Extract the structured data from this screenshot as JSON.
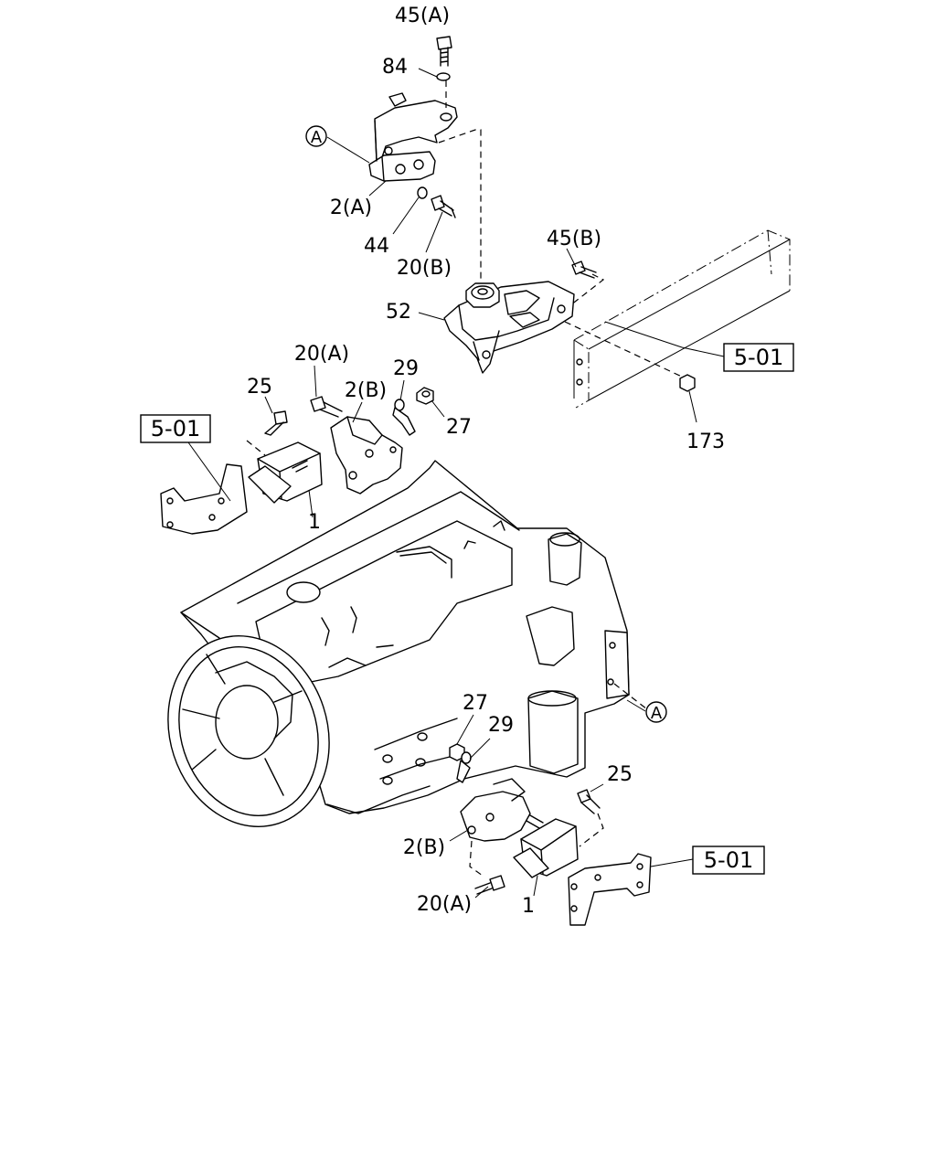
{
  "labels": {
    "l45a": "45(A)",
    "l84": "84",
    "circA_top": "A",
    "l2a": "2(A)",
    "l44": "44",
    "l20b": "20(B)",
    "l45b": "45(B)",
    "l52": "52",
    "l173": "173",
    "l20a_top": "20(A)",
    "l25_top": "25",
    "l2b_top": "2(B)",
    "l29_top": "29",
    "l27_top": "27",
    "l1_top": "1",
    "l27_bot": "27",
    "l29_bot": "29",
    "l25_bot": "25",
    "l2b_bot": "2(B)",
    "l20a_bot": "20(A)",
    "l1_bot": "1",
    "circA_right": "A"
  },
  "refs": {
    "ref_right": "5-01",
    "ref_left": "5-01",
    "ref_bottom": "5-01"
  }
}
